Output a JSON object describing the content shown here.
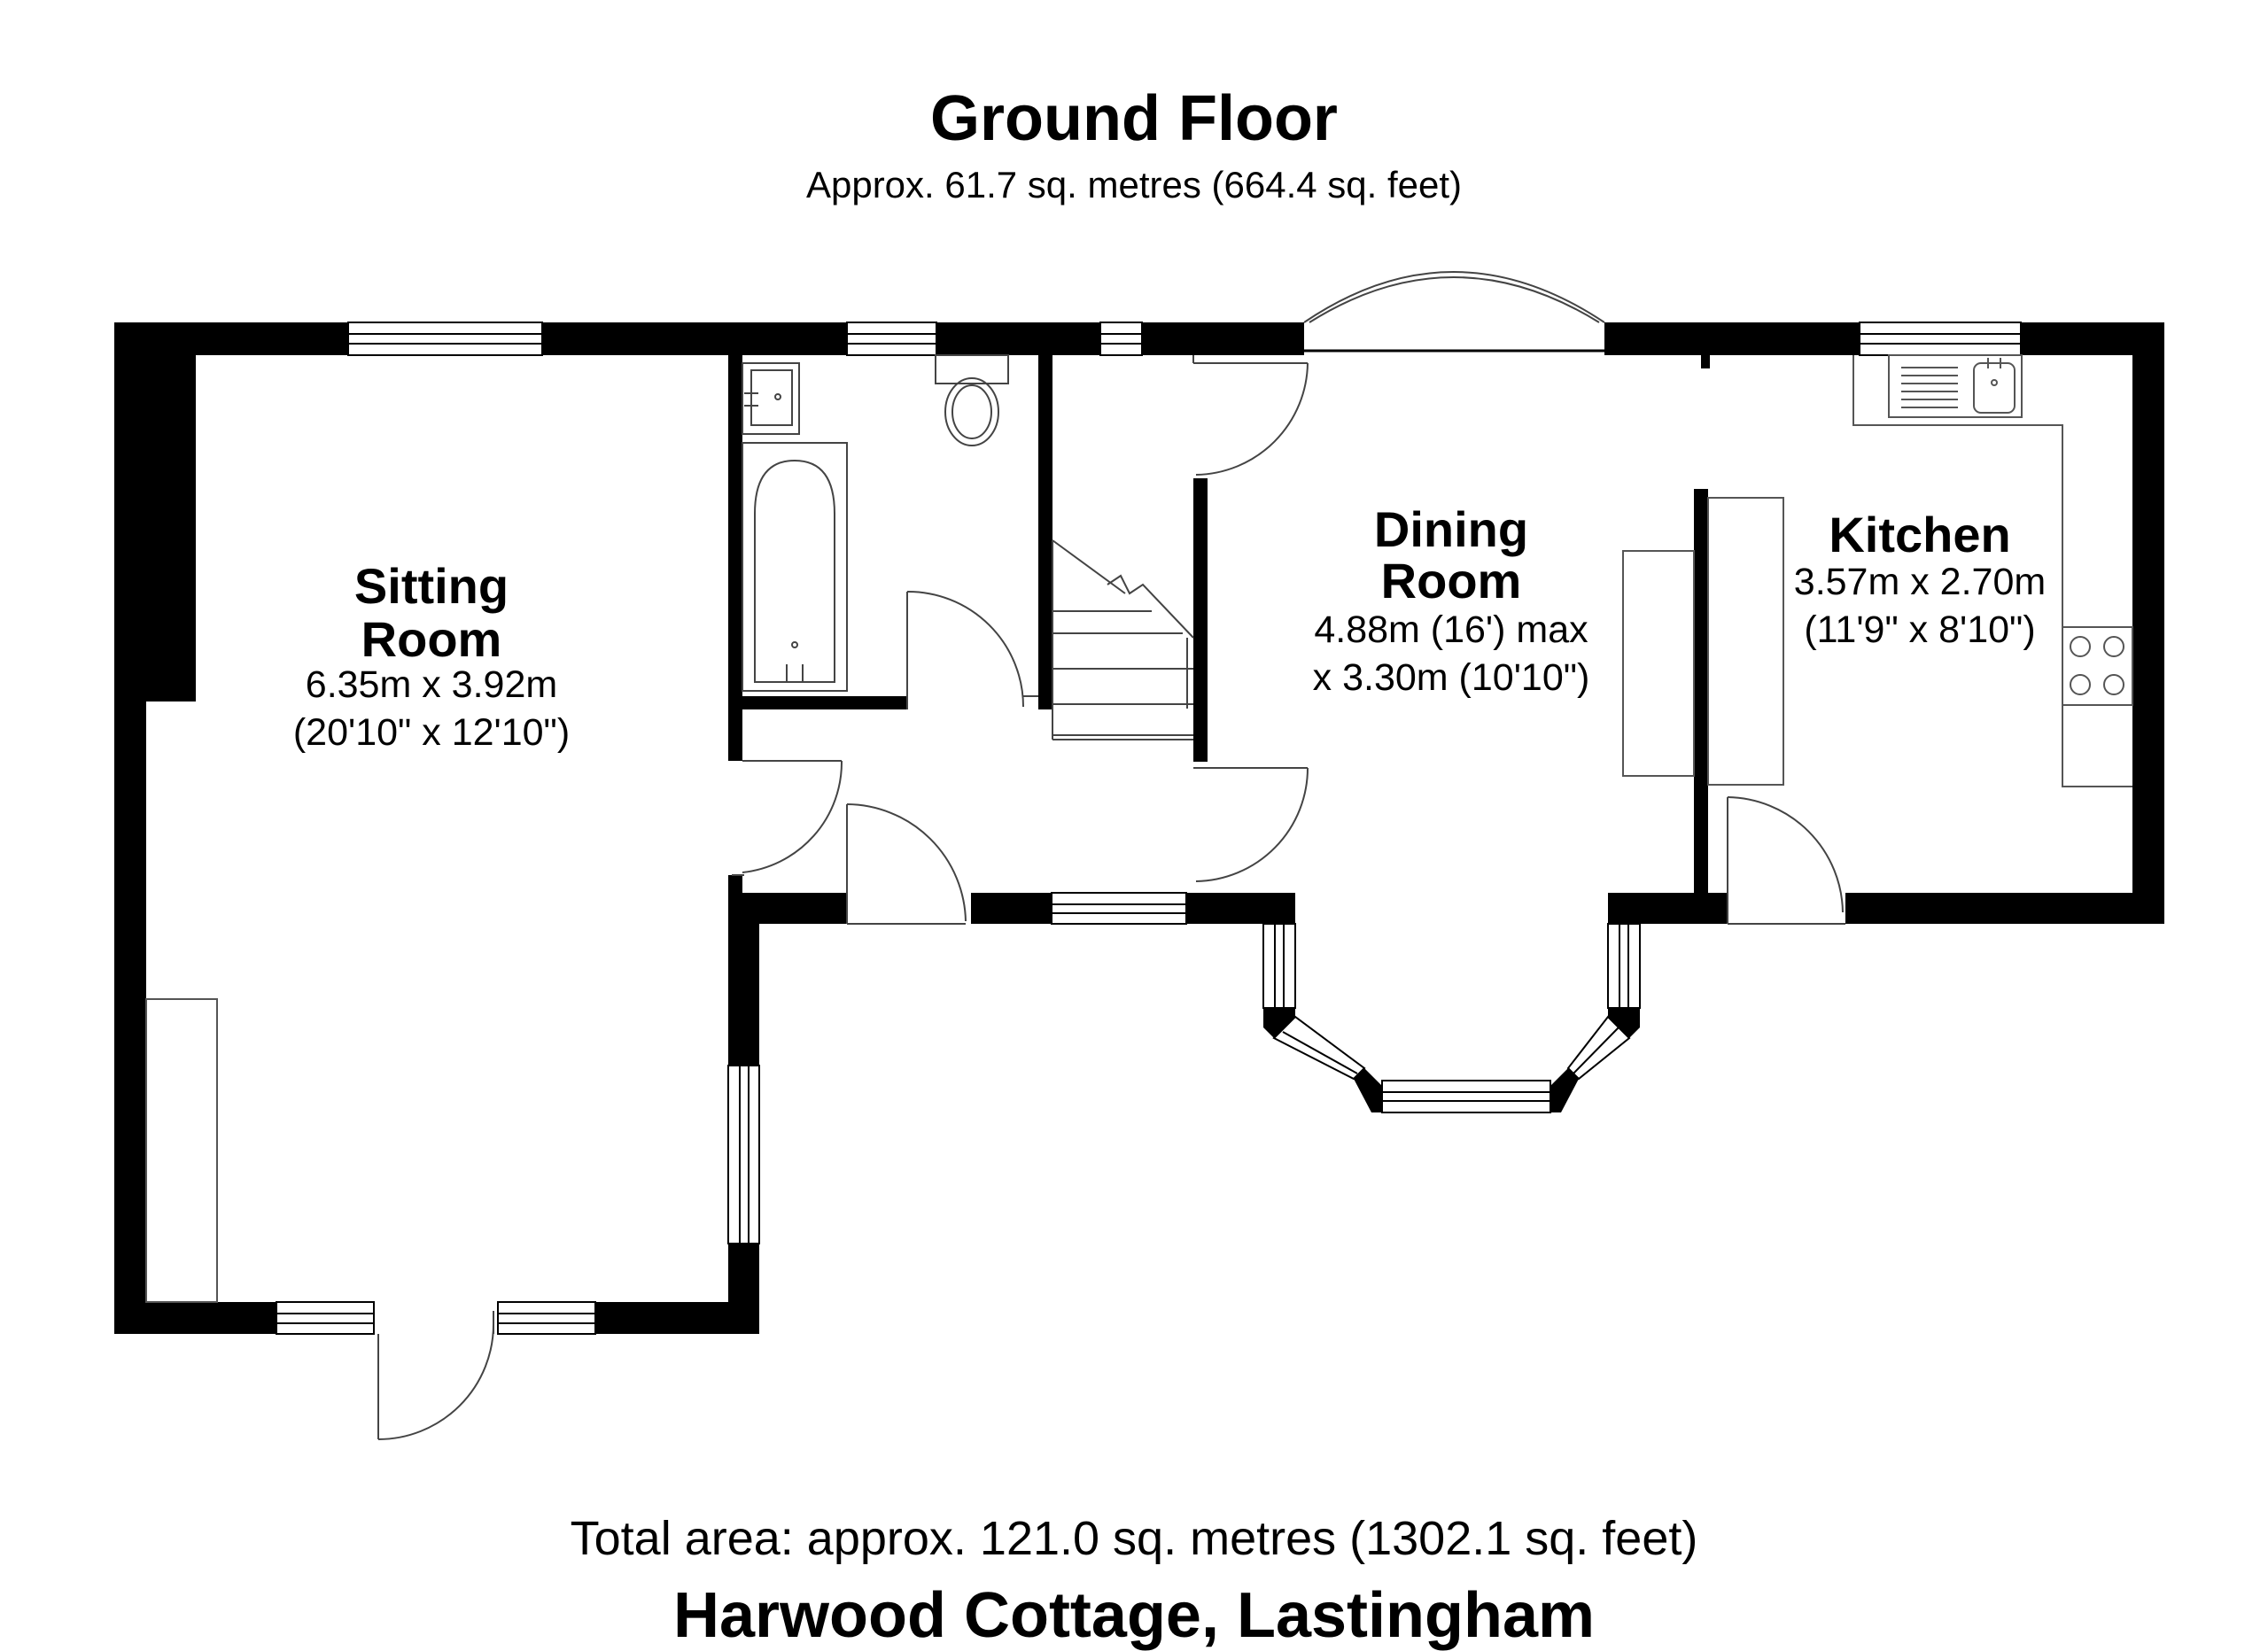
{
  "header": {
    "title": "Ground Floor",
    "subtitle": "Approx. 61.7 sq. metres (664.4 sq. feet)"
  },
  "rooms": {
    "sitting_room": {
      "name_line1": "Sitting",
      "name_line2": "Room",
      "dim_metric": "6.35m x 3.92m",
      "dim_imperial": "(20'10\" x 12'10\")"
    },
    "dining_room": {
      "name_line1": "Dining",
      "name_line2": "Room",
      "dim_line1": "4.88m (16') max",
      "dim_line2": "x 3.30m (10'10\")"
    },
    "kitchen": {
      "name": "Kitchen",
      "dim_metric": "3.57m x 2.70m",
      "dim_imperial": "(11'9\" x 8'10\")"
    }
  },
  "footer": {
    "total_area": "Total area: approx. 121.0 sq. metres (1302.1 sq. feet)",
    "property_name": "Harwood Cottage, Lastingham"
  },
  "colors": {
    "wall": "#000000",
    "fixture_line": "#555555",
    "background": "#ffffff"
  }
}
